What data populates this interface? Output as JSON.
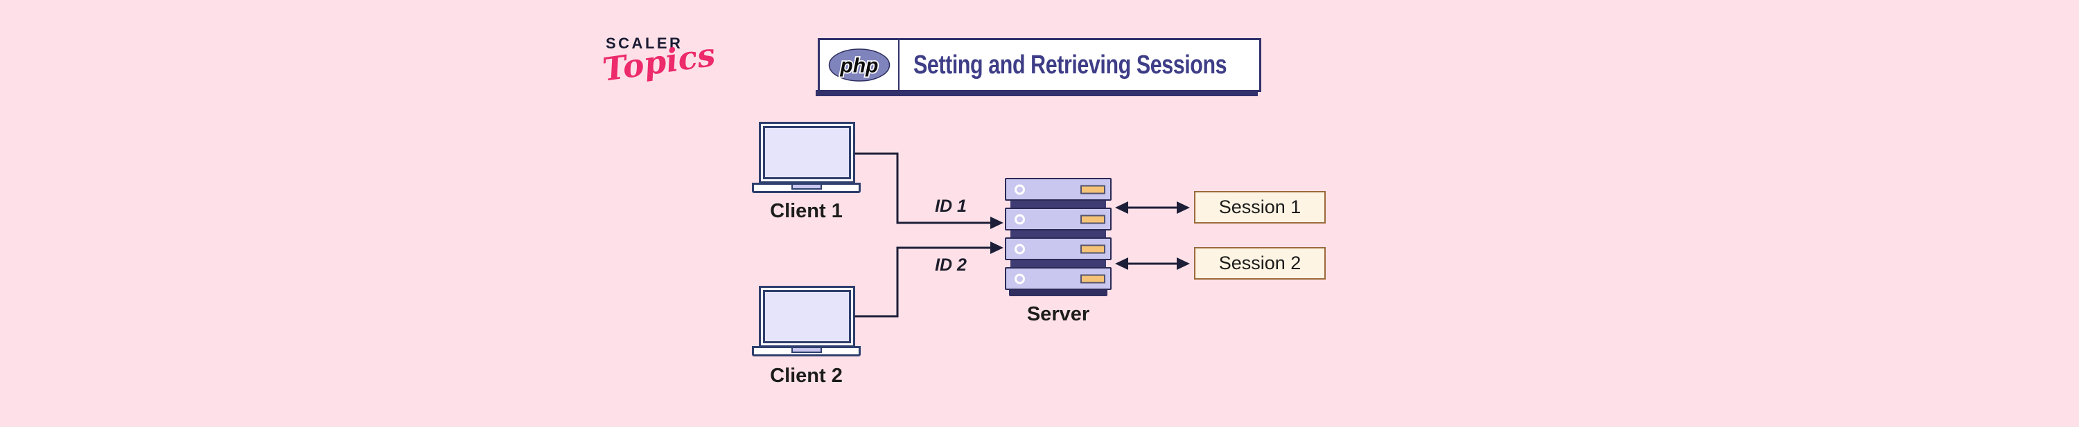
{
  "page": {
    "background_color": "#fee1e8"
  },
  "logo": {
    "brand": "SCALER",
    "script": "Topics",
    "brand_color": "#1a1b34",
    "script_color": "#ec2a6c"
  },
  "banner": {
    "php_label": "php",
    "title": "Setting and Retrieving Sessions",
    "title_color": "#3e3d87",
    "border_color": "#32316b",
    "php_ellipse_color": "#8084bd"
  },
  "diagram": {
    "clients": [
      {
        "label": "Client 1"
      },
      {
        "label": "Client 2"
      }
    ],
    "server": {
      "label": "Server",
      "rack_units": 4
    },
    "sessions": [
      {
        "label": "Session 1"
      },
      {
        "label": "Session 2"
      }
    ],
    "connections": [
      {
        "label": "ID 1"
      },
      {
        "label": "ID 2"
      }
    ],
    "colors": {
      "lavender_fill": "#c9c7ef",
      "screen_fill": "#e6e4fb",
      "navy_border": "#2b2a55",
      "laptop_border": "#2f3f6e",
      "slot_orange": "#f4c377",
      "session_fill": "#fdf4e3",
      "session_border": "#9c6a3a",
      "line_color": "#1d1f38"
    }
  }
}
